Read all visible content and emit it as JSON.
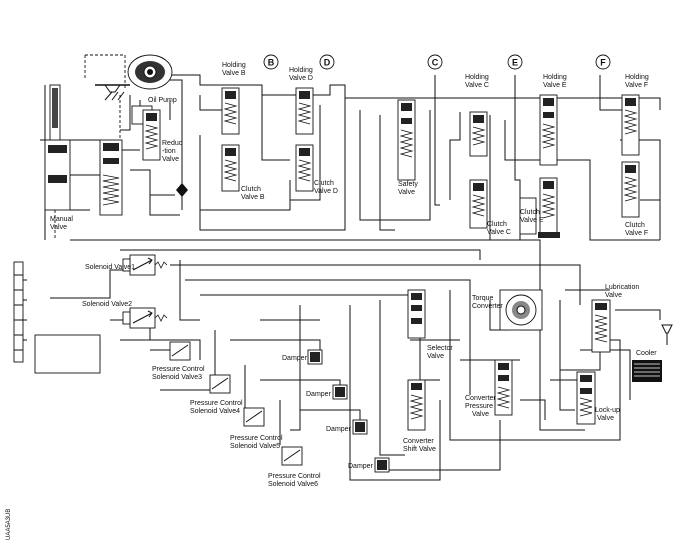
{
  "side_code": "UAA5A3UB",
  "labels": {
    "holding_valve_b": [
      "Holding",
      "Valve B"
    ],
    "holding_valve_d": [
      "Holding",
      "Valve D"
    ],
    "holding_valve_c": [
      "Holding",
      "Valve C"
    ],
    "holding_valve_e": [
      "Holding",
      "Valve E"
    ],
    "holding_valve_f": [
      "Holding",
      "Valve F"
    ],
    "oil_pump": [
      "Oil Pump"
    ],
    "reduction_valve": [
      "Reduc",
      "-tion",
      "Valve"
    ],
    "clutch_valve_b": [
      "Clutch",
      "Valve B"
    ],
    "clutch_valve_d": [
      "Clutch",
      "Valve D"
    ],
    "safety_valve": [
      "Safety",
      "Valve"
    ],
    "clutch_valve_c": [
      "Clutch",
      "Valve C"
    ],
    "clutch_valve_e": [
      "Clutch",
      "Valve E"
    ],
    "clutch_valve_f": [
      "Clutch",
      "Valve F"
    ],
    "manual_valve": [
      "Manual",
      "Valve"
    ],
    "solenoid_valve_1": [
      "Solenoid Valve1"
    ],
    "solenoid_valve_2": [
      "Solenoid Valve2"
    ],
    "torque_converter": [
      "Torque",
      "Converter"
    ],
    "lubrication_valve": [
      "Lubrication",
      "Valve"
    ],
    "cooler": [
      "Cooler"
    ],
    "pcsv3": [
      "Pressure Control",
      "Solenoid Valve3"
    ],
    "pcsv4": [
      "Pressure Control",
      "Solenoid Valve4"
    ],
    "pcsv5": [
      "Pressure Control",
      "Solenoid Valve5"
    ],
    "pcsv6": [
      "Pressure Control",
      "Solenoid Valve6"
    ],
    "damper_1": [
      "Damper"
    ],
    "damper_2": [
      "Damper"
    ],
    "damper_3": [
      "Damper"
    ],
    "damper_4": [
      "Damper"
    ],
    "selector_valve": [
      "Selector",
      "Valve"
    ],
    "converter_pressure_valve": [
      "Converter",
      "Pressure",
      "Valve"
    ],
    "converter_shift_valve": [
      "Converter",
      "Shift Valve"
    ],
    "lockup_valve": [
      "Lock-up",
      "Valve"
    ]
  },
  "markers": [
    "B",
    "D",
    "C",
    "E",
    "F"
  ]
}
